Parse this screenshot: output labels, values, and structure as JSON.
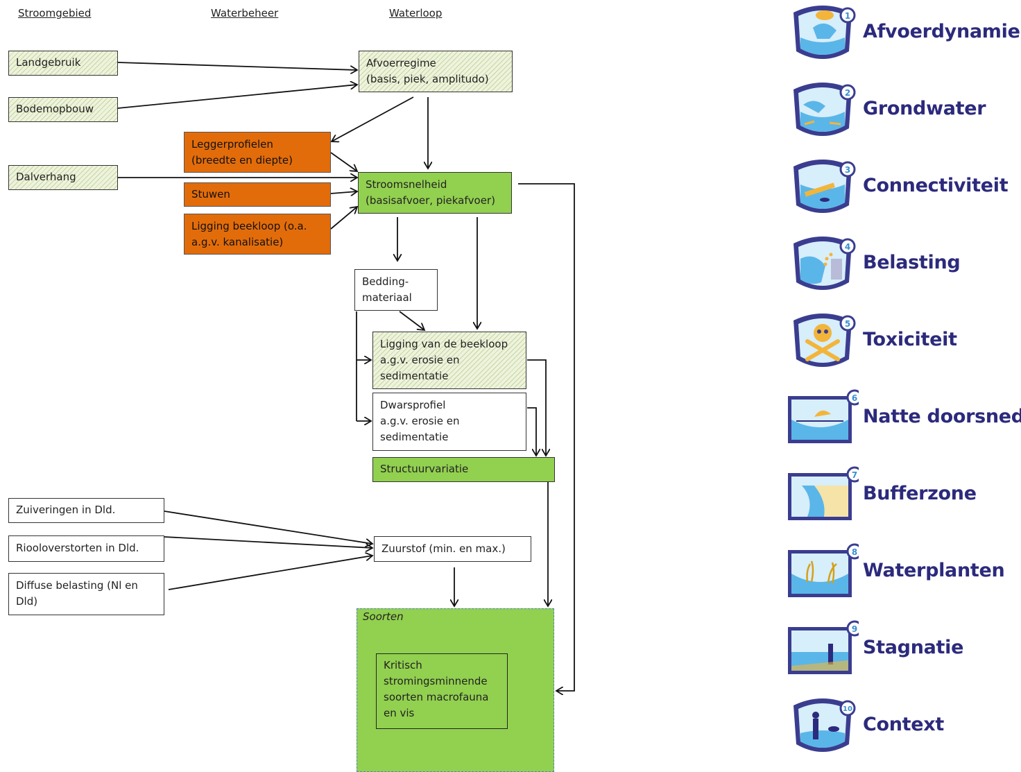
{
  "headers": {
    "stroomgebied": "Stroomgebied",
    "waterbeheer": "Waterbeheer",
    "waterloop": "Waterloop"
  },
  "nodes": {
    "landgebruik": "Landgebruik",
    "bodemopbouw": "Bodemopbouw",
    "dalverhang": "Dalverhang",
    "afvoerregime": "Afvoerregime\n(basis, piek, amplitudo)",
    "leggerprofielen": "Leggerprofielen\n(breedte en diepte)",
    "stuwen": "Stuwen",
    "ligging_beekloop": "Ligging beekloop (o.a.\na.g.v. kanalisatie)",
    "stroomsnelheid": "Stroomsnelheid\n(basisafvoer, piekafvoer)",
    "beddingmateriaal": "Bedding-\nmateriaal",
    "ligging_erosie": "Ligging van de beekloop\na.g.v. erosie en\nsedimentatie",
    "dwarsprofiel": "Dwarsprofiel\na.g.v. erosie en\nsedimentatie",
    "structuurvariatie": "Structuurvariatie",
    "zuiveringen": "Zuiveringen in Dld.",
    "riooloverstorten": "Riooloverstorten in Dld.",
    "diffuse": "Diffuse belasting (Nl en\nDld)",
    "zuurstof": "Zuurstof (min. en max.)",
    "soorten": "Soorten",
    "kritisch": "Kritisch\nstromingsminnende\nsoorten macrofauna\nen vis"
  },
  "legend": [
    {
      "num": "1",
      "label": "Afvoerdynamiek",
      "icon": "cloud-rain-icon",
      "shape": "shield"
    },
    {
      "num": "2",
      "label": "Grondwater",
      "icon": "groundwater-icon",
      "shape": "shield"
    },
    {
      "num": "3",
      "label": "Connectiviteit",
      "icon": "fish-barrier-icon",
      "shape": "shield"
    },
    {
      "num": "4",
      "label": "Belasting",
      "icon": "discharge-pipe-icon",
      "shape": "shield"
    },
    {
      "num": "5",
      "label": "Toxiciteit",
      "icon": "skull-crossbones-icon",
      "shape": "shield"
    },
    {
      "num": "6",
      "label": "Natte doorsnede",
      "icon": "cross-section-icon",
      "shape": "rect"
    },
    {
      "num": "7",
      "label": "Bufferzone",
      "icon": "buffer-zone-icon",
      "shape": "rect"
    },
    {
      "num": "8",
      "label": "Waterplanten",
      "icon": "water-plants-icon",
      "shape": "rect"
    },
    {
      "num": "9",
      "label": "Stagnatie",
      "icon": "weir-icon",
      "shape": "rect"
    },
    {
      "num": "10",
      "label": "Context",
      "icon": "person-landscape-icon",
      "shape": "shield"
    }
  ],
  "colors": {
    "orange": "#e36c0a",
    "green": "#92d050",
    "hatch": "#eef3dc",
    "legend_text": "#2c2a7c",
    "dashed_border": "#4f81bd"
  }
}
